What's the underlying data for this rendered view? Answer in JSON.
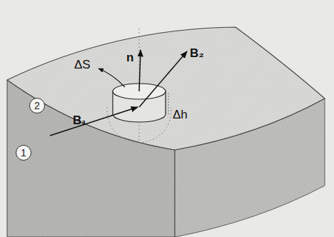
{
  "diagram": {
    "nodes": [
      {
        "text": [
          "2"
        ]
      },
      {
        "text": [
          "1"
        ]
      }
    ],
    "labels": [
      "ΔS",
      "n",
      "B₂",
      "B₁",
      "Δh"
    ]
  }
}
